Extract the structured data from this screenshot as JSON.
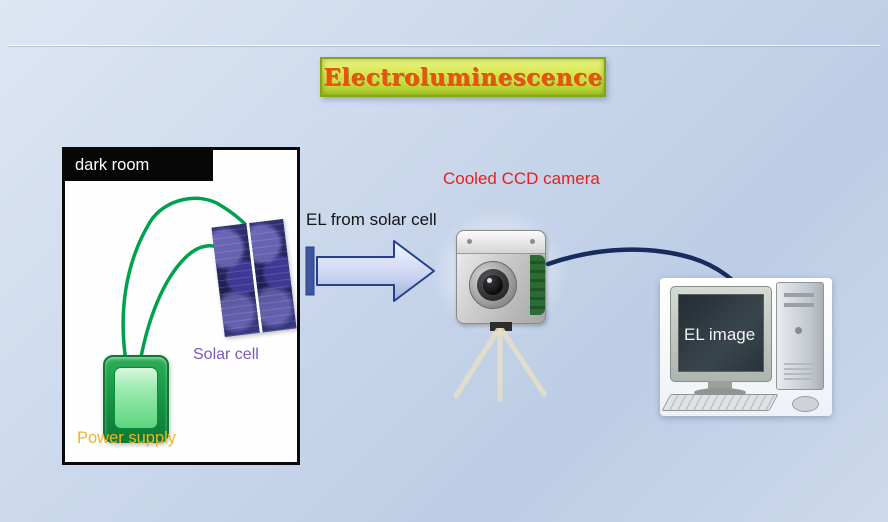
{
  "slide": {
    "title": "Electroluminescence"
  },
  "dark_room": {
    "header": "dark room",
    "solar_cell": "Solar cell",
    "power_supply": "Power supply"
  },
  "labels": {
    "el_arrow": "EL from solar cell",
    "camera": "Cooled CCD camera",
    "screen": "EL image"
  },
  "colors": {
    "background": "#cbd8ec",
    "title_text": "#e8540a",
    "title_box": "#d3e544",
    "camera_label": "#e62020",
    "solar_cell_label": "#7a5bb5",
    "power_supply_label": "#f0b428",
    "wire_green": "#00a14e",
    "cable_navy": "#182a5e",
    "arrow_border": "#27408b",
    "dark_room_header_bg": "#070707"
  }
}
